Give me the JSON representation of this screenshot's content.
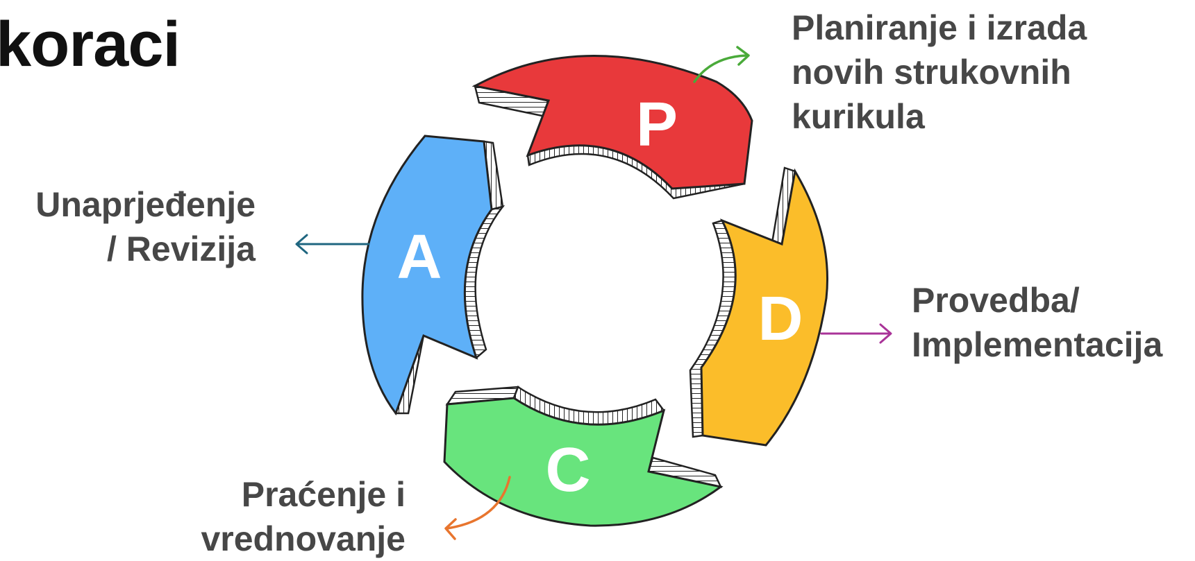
{
  "title": "koraci",
  "stages": {
    "plan": {
      "letter": "P",
      "color": "#e8393b",
      "arrow_color": "#4aaa3a",
      "label": [
        "Planiranje i izrada",
        "novih strukovnih",
        "kurikula"
      ]
    },
    "do": {
      "letter": "D",
      "color": "#fbbd2a",
      "arrow_color": "#a93398",
      "label": [
        "Provedba/",
        "Implementacija"
      ]
    },
    "check": {
      "letter": "C",
      "color": "#68e47d",
      "arrow_color": "#e8752e",
      "label": [
        "Praćenje i",
        "vrednovanje"
      ]
    },
    "act": {
      "letter": "A",
      "color": "#5eb0f8",
      "arrow_color": "#1f6680",
      "label": [
        "Unaprjeđenje",
        "/ Revizija"
      ]
    }
  }
}
